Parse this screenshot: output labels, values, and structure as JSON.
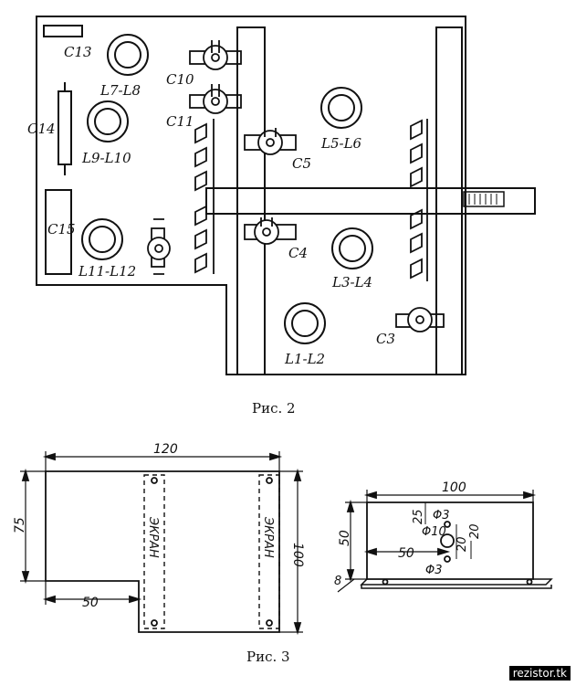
{
  "figure2": {
    "caption": "Рис. 2",
    "labels": {
      "c13": "C13",
      "c14": "C14",
      "c15": "C15",
      "l7l8": "L7-L8",
      "l9l10": "L9-L10",
      "l11l12": "L11-L12",
      "c10": "C10",
      "c11": "C11",
      "c5": "C5",
      "c4": "C4",
      "c3": "C3",
      "l5l6": "L5-L6",
      "l3l4": "L3-L4",
      "l1l2": "L1-L2"
    }
  },
  "figure3": {
    "caption": "Рис. 3",
    "left": {
      "width": "120",
      "height": "75",
      "offset": "50",
      "height_right": "100",
      "screen_label": "ЭКРАН"
    },
    "right": {
      "length": "100",
      "height": "50",
      "d1": "25",
      "d2": "20",
      "d3": "20",
      "hole_pos": "50",
      "phi_top": "Φ3",
      "phi_mid": "Φ10",
      "phi_bot": "Φ3",
      "flange": "8"
    }
  },
  "watermark": "rezistor.tk"
}
